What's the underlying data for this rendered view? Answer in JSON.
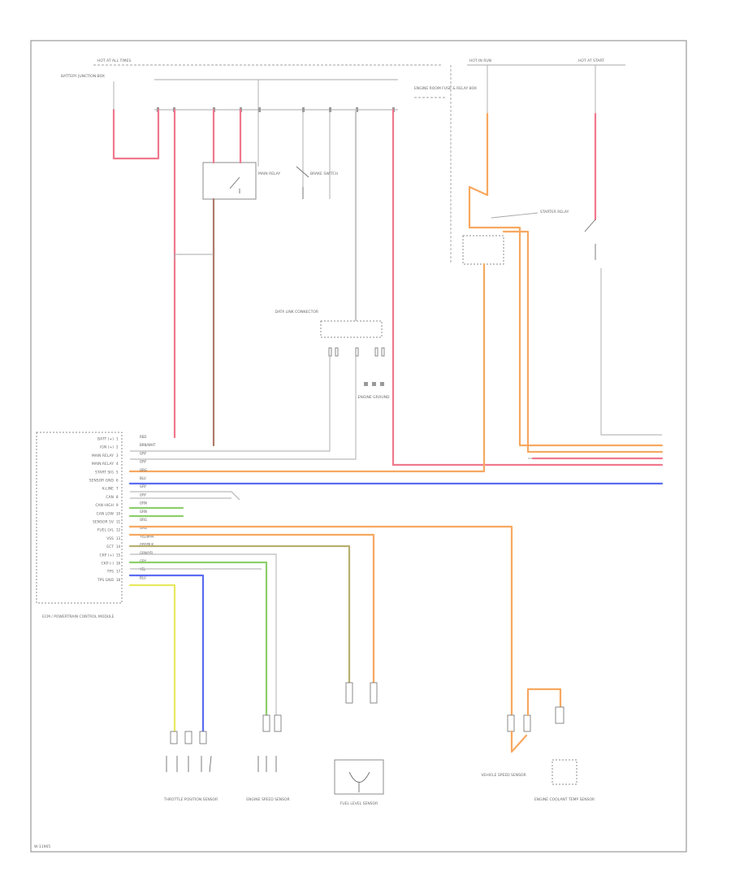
{
  "footer_code": "W-11965",
  "power_labels": {
    "hot_at_all_times": "HOT AT ALL TIMES",
    "hot_in_run": "HOT IN RUN",
    "hot_at_start": "HOT AT START"
  },
  "components": {
    "battery_junction_box": "BATTERY JUNCTION BOX",
    "engine_room_fuse_box": "ENGINE ROOM FUSE & RELAY BOX",
    "main_relay": "MAIN RELAY",
    "ecm": "ECM / POWERTRAIN CONTROL MODULE",
    "data_link_connector": "DATA LINK CONNECTOR",
    "starter_relay": "STARTER RELAY",
    "engine_ground": "ENGINE GROUND",
    "brake_switch": "BRAKE SWITCH",
    "throttle_position_sensor": "THROTTLE POSITION SENSOR",
    "engine_speed_sensor": "ENGINE SPEED SENSOR",
    "fuel_level_sensor": "FUEL LEVEL SENSOR",
    "vehicle_speed_sensor": "VEHICLE SPEED SENSOR",
    "engine_coolant_temp_sensor": "ENGINE COOLANT TEMP SENSOR"
  },
  "ecm_pins": [
    {
      "pin": "1",
      "name": "BATT (+)",
      "wire": "RED"
    },
    {
      "pin": "2",
      "name": "IGN (+)",
      "wire": "BRN/WHT"
    },
    {
      "pin": "3",
      "name": "MAIN RELAY",
      "wire": "GRY"
    },
    {
      "pin": "4",
      "name": "MAIN RELAY",
      "wire": "GRY"
    },
    {
      "pin": "5",
      "name": "START SIG",
      "wire": "ORG"
    },
    {
      "pin": "6",
      "name": "SENSOR GND",
      "wire": "BLU"
    },
    {
      "pin": "7",
      "name": "K-LINE",
      "wire": "GRY"
    },
    {
      "pin": "8",
      "name": "CAN",
      "wire": "GRY"
    },
    {
      "pin": "9",
      "name": "CAN HIGH",
      "wire": "GRN"
    },
    {
      "pin": "10",
      "name": "CAN LOW",
      "wire": "GRN"
    },
    {
      "pin": "11",
      "name": "SENSOR 5V",
      "wire": "ORG"
    },
    {
      "pin": "12",
      "name": "FUEL LVL",
      "wire": "ORG"
    },
    {
      "pin": "13",
      "name": "VSS",
      "wire": "YEL/BRN"
    },
    {
      "pin": "14",
      "name": "ECT",
      "wire": "GRY/BLK"
    },
    {
      "pin": "15",
      "name": "CKP (+)",
      "wire": "GRN/YEL"
    },
    {
      "pin": "16",
      "name": "CKP (-)",
      "wire": "GRY"
    },
    {
      "pin": "17",
      "name": "TPS",
      "wire": "YEL"
    },
    {
      "pin": "18",
      "name": "TPS GND",
      "wire": "BLU"
    }
  ],
  "colors": {
    "red": "#f0788c",
    "brown": "#b07a6a",
    "orange": "#f7a860",
    "blue": "#5a6cf0",
    "green": "#8ccf6a",
    "yellow": "#e8e860",
    "olive": "#b8b070",
    "gray": "#b0b0b0"
  }
}
